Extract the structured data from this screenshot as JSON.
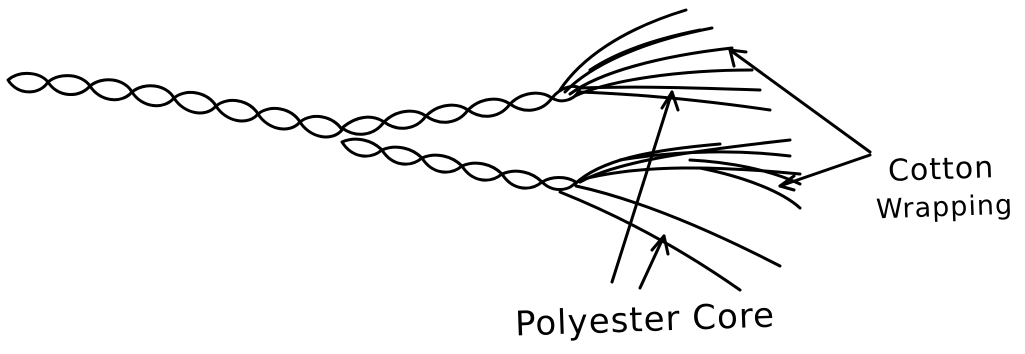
{
  "labels": {
    "cotton_line1": "Cotton",
    "cotton_line2": "Wrapping",
    "core": "Polyester Core"
  },
  "colors": {
    "ink": "#000000",
    "paper": "#ffffff"
  }
}
